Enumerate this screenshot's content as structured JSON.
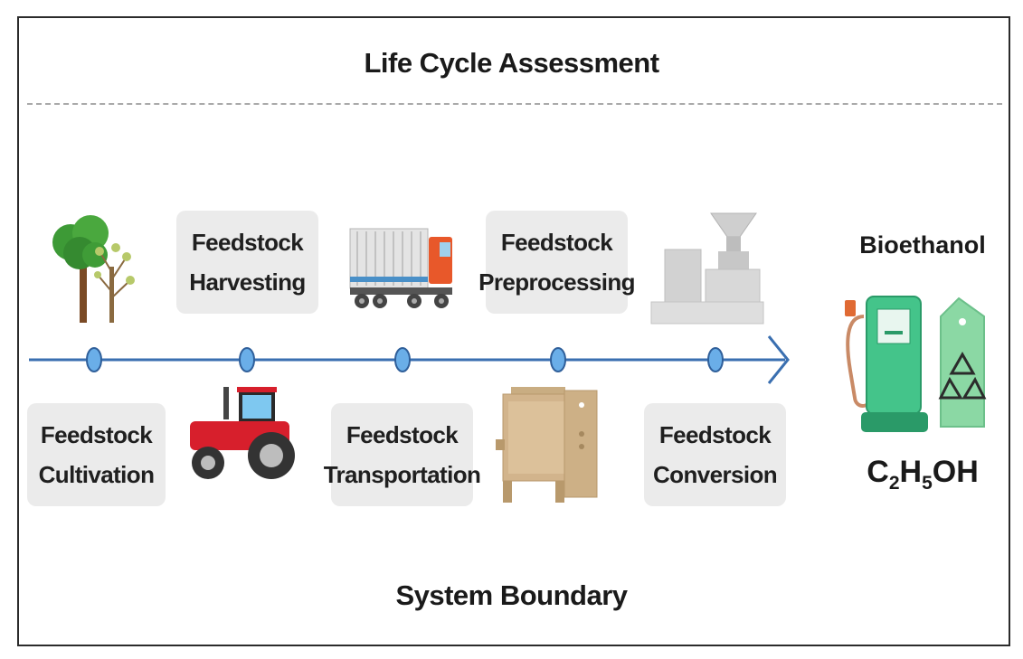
{
  "diagram": {
    "title": "Life Cycle Assessment",
    "footer": "System Boundary",
    "stages": [
      {
        "line1": "Feedstock",
        "line2": "Cultivation"
      },
      {
        "line1": "Feedstock",
        "line2": "Harvesting"
      },
      {
        "line1": "Feedstock",
        "line2": "Transportation"
      },
      {
        "line1": "Feedstock",
        "line2": "Preprocessing"
      },
      {
        "line1": "Feedstock",
        "line2": "Conversion"
      }
    ],
    "product": {
      "name": "Bioethanol",
      "formula": {
        "c": "C",
        "c_sub": "2",
        "h": "H",
        "h_sub": "5",
        "oh": "OH"
      }
    },
    "icons": [
      "tree-icon",
      "tractor-icon",
      "truck-icon",
      "mixer-machine-icon",
      "grinder-machine-icon",
      "fuel-pump-icon",
      "recycle-tag-icon"
    ],
    "colors": {
      "timeline": "#3a6fb0",
      "node": "#6aaee8",
      "stage_box": "#ebebeb",
      "pump": "#44c48a"
    }
  }
}
